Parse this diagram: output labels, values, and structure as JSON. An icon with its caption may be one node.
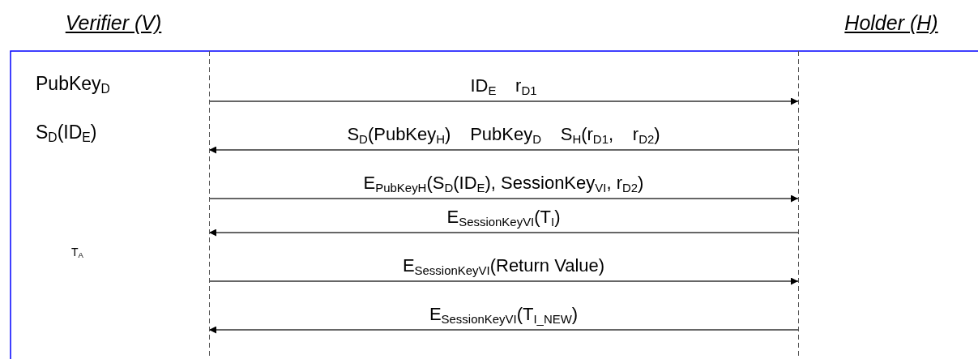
{
  "diagram": {
    "nodes": [
      {
        "text": [
          "Verifier (V)",
          "PubKey$_{D}$",
          "S$_{D}$(ID$_{E}$)",
          "T$_{A}$"
        ]
      },
      {
        "text": [
          "Holder (H)"
        ]
      }
    ],
    "edges": [
      {
        "from": 0,
        "to": 1,
        "arrow": "to",
        "label": "ID$_{E}$ r$_{D1}$"
      },
      {
        "from": 1,
        "to": 0,
        "arrow": "to",
        "label": "S$_{D}$(PubKey$_{H}$) PubKey$_{D}$ S$_{H}$(r$_{D1}$, r$_{D2}$)"
      },
      {
        "from": 0,
        "to": 1,
        "arrow": "to",
        "label": "E$_{PubKeyH}$(S$_{D}$(ID$_{E}$), SessionKey$_{VI}$, r$_{D2}$)"
      },
      {
        "from": 1,
        "to": 0,
        "arrow": "to",
        "label": "E$_{SessionKeyVI}$(T$_{I}$)"
      },
      {
        "from": 0,
        "to": 1,
        "arrow": "to",
        "label": "E$_{SessionKeyVI}$(Return Value)"
      },
      {
        "from": 1,
        "to": 0,
        "arrow": "to",
        "label": "E$_{SessionKeyVI}$(T$_{I_NEW}$)"
      }
    ]
  }
}
